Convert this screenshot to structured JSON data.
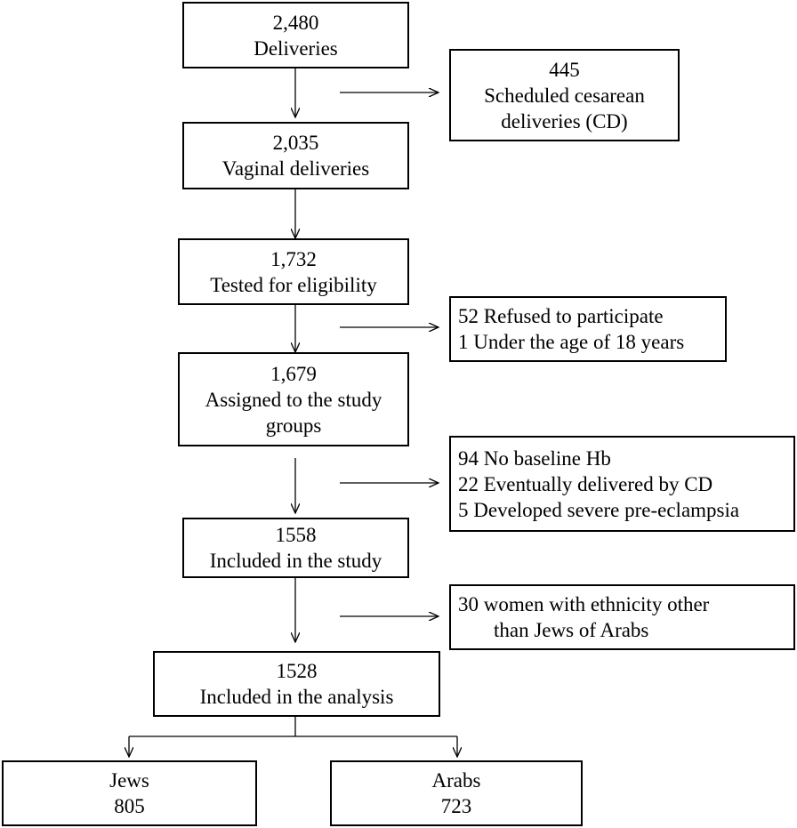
{
  "flow": {
    "deliveries": {
      "count": "2,480",
      "label": "Deliveries"
    },
    "vaginal": {
      "count": "2,035",
      "label": "Vaginal deliveries"
    },
    "tested": {
      "count": "1,732",
      "label": "Tested for eligibility"
    },
    "assigned": {
      "count": "1,679",
      "label_line1": "Assigned to the study",
      "label_line2": "groups"
    },
    "included_study": {
      "count": "1558",
      "label": "Included in the study"
    },
    "included_analysis": {
      "count": "1528",
      "label": "Included in the analysis"
    },
    "jews": {
      "label": "Jews",
      "count": "805"
    },
    "arabs": {
      "label": "Arabs",
      "count": "723"
    }
  },
  "exclusions": {
    "cesarean": {
      "count": "445",
      "line1": "Scheduled cesarean",
      "line2": "deliveries (CD)"
    },
    "eligibility": {
      "line1": "52  Refused to participate",
      "line2": "1 Under the age of 18 years"
    },
    "assignment": {
      "line1": "94 No baseline Hb",
      "line2": "22 Eventually delivered by CD",
      "line3": "5 Developed severe pre-eclampsia"
    },
    "ethnicity": {
      "line1": "30 women with ethnicity other",
      "line2": "than Jews of Arabs"
    }
  }
}
